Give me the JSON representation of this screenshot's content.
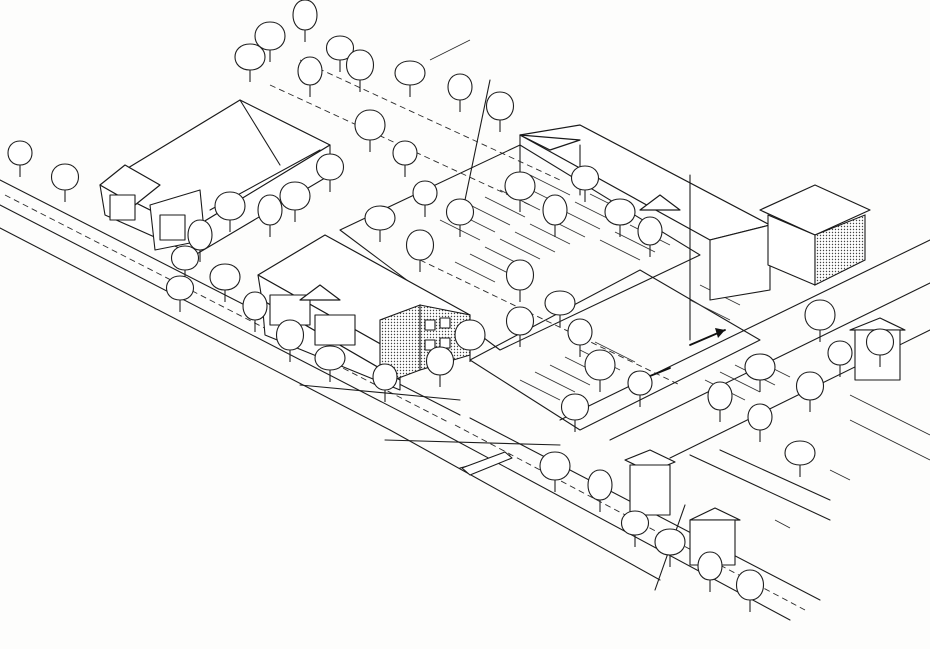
{
  "figure": {
    "kind": "isometric site plan sketch (line drawing)",
    "colors": {
      "ink": "#1c1c1c",
      "paper": "#fdfdfc"
    }
  },
  "elements": {
    "buildings": [
      "house-northwest",
      "office-building-center",
      "commercial-block-northeast",
      "kiosk-east",
      "small-buildings-south"
    ],
    "features": [
      "main-road",
      "parking-lot",
      "tree-rows",
      "direction-arrows",
      "crosswalks"
    ]
  }
}
